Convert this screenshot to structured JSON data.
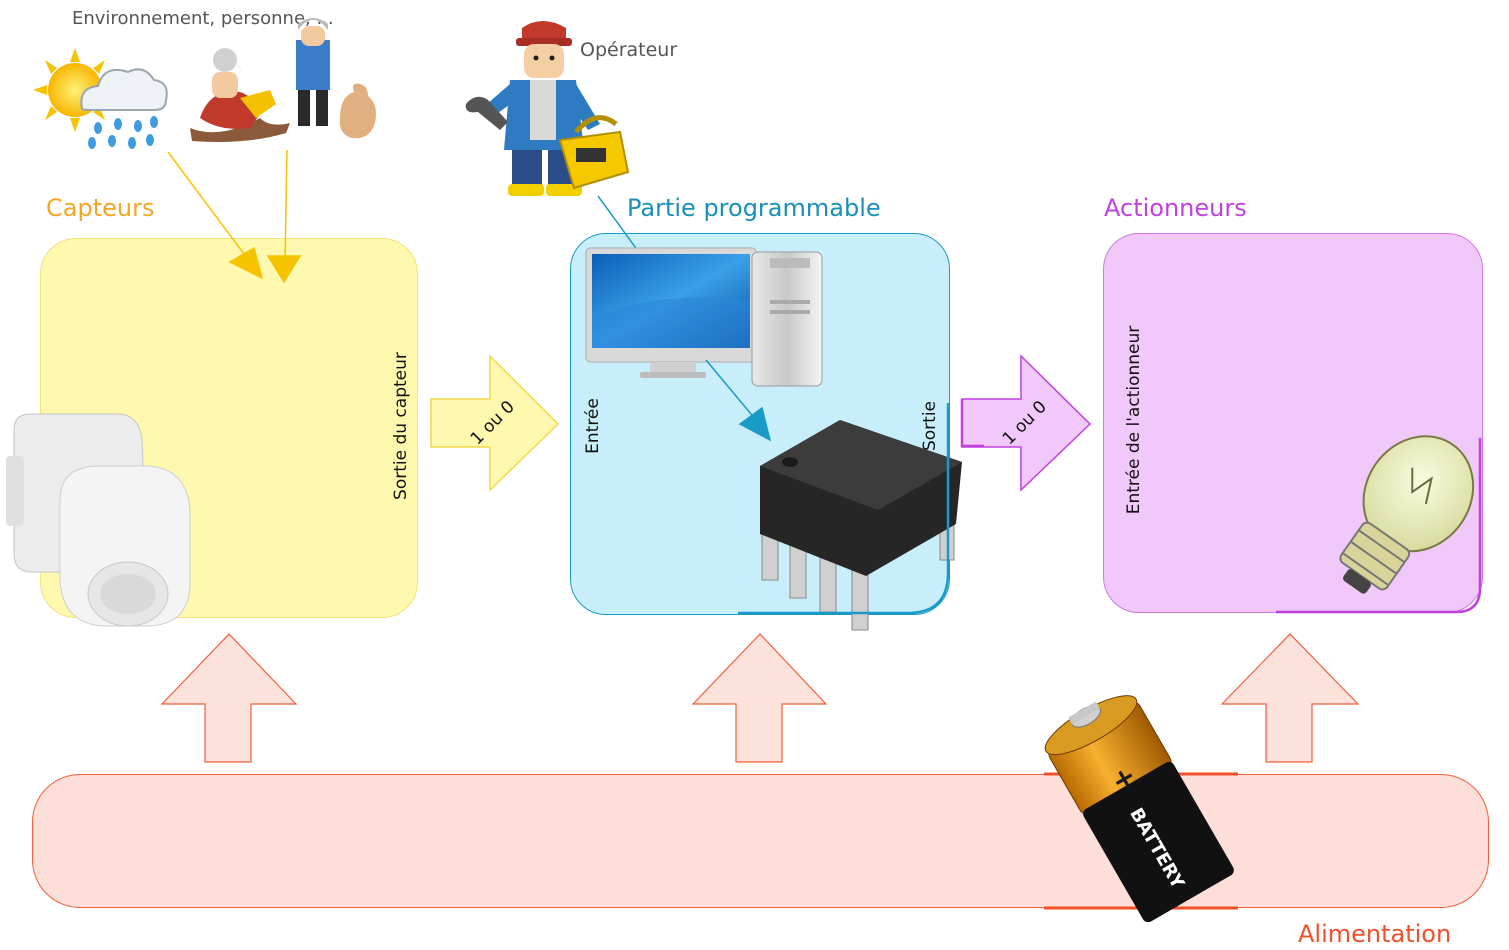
{
  "labels": {
    "environnement": "Environnement, personne, ...",
    "operateur": "Opérateur",
    "capteurs": "Capteurs",
    "partie_programmable": "Partie programmable",
    "actionneurs": "Actionneurs",
    "alimentation": "Alimentation",
    "sortie_capteur": "Sortie du capteur",
    "entree": "Entrée",
    "sortie": "Sortie",
    "entree_actionneur": "Entrée de l'actionneur",
    "signal_1": "1 ou 0",
    "signal_2": "1 ou 0",
    "battery": "BATTERY",
    "battery_plus": "+"
  },
  "colors": {
    "capteurs_fill": "#fff9b0",
    "capteurs_text": "#f5a623",
    "programmable_fill": "#c8eefb",
    "programmable_stroke": "#1a9bc7",
    "programmable_text": "#1a8fb8",
    "actionneurs_fill": "#f0c8fa",
    "actionneurs_stroke": "#c040e0",
    "actionneurs_text": "#c040e0",
    "alimentation_fill": "#fdded8",
    "alimentation_stroke": "#f0603a",
    "alimentation_text": "#f0502a"
  },
  "icons": [
    "sun-cloud-rain-icon",
    "grandparents-toy-icon",
    "operator-figure-icon",
    "computer-icon",
    "chip-icon",
    "motion-sensor-icon",
    "lamp-bulb-icon",
    "battery-icon"
  ]
}
